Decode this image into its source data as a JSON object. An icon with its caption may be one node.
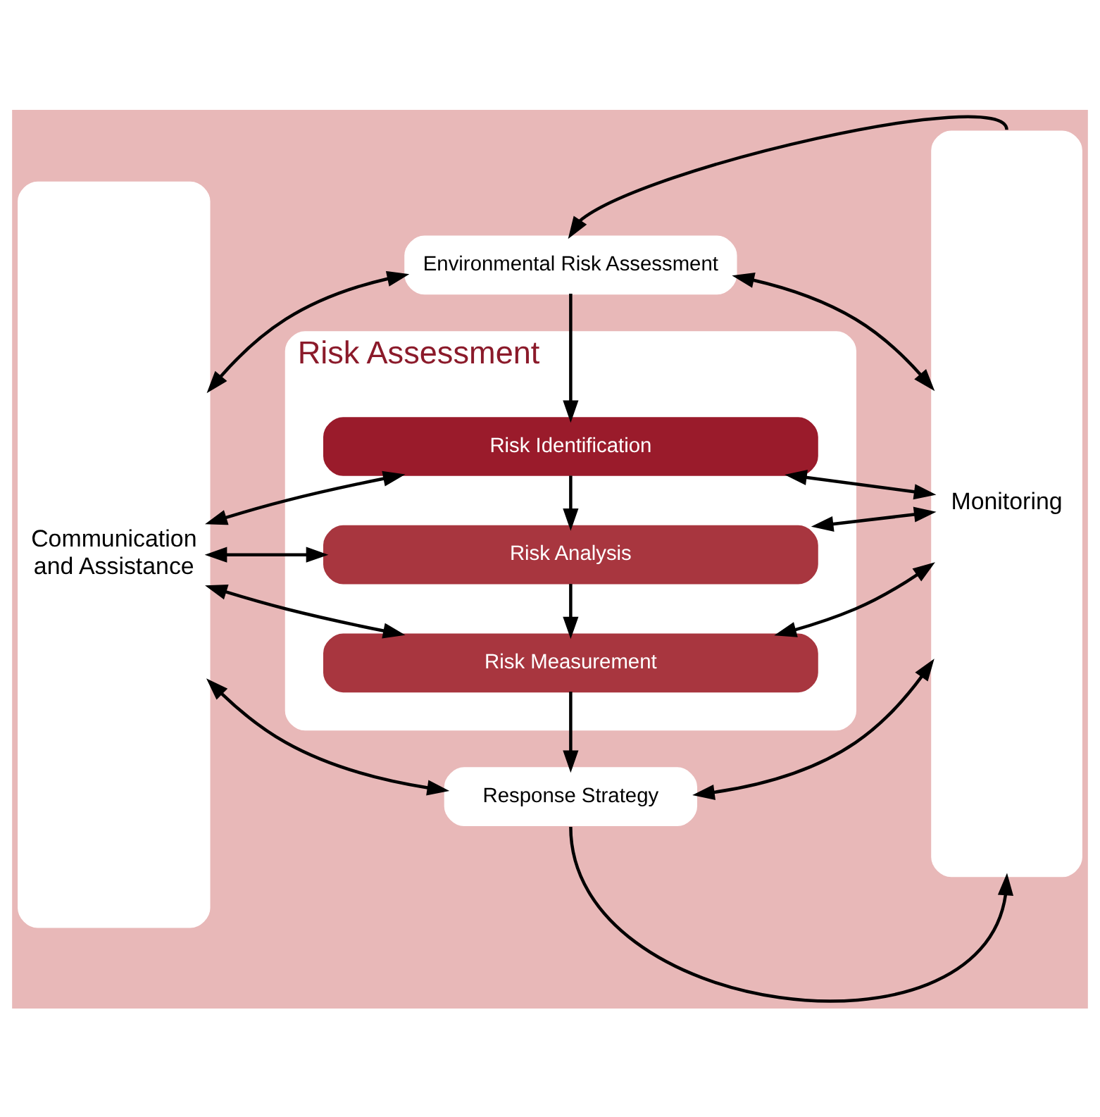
{
  "diagram": {
    "nodes": [
      {
        "text": [
          "Communication and Assistance"
        ]
      },
      {
        "text": [
          "Environmental Risk Assessment"
        ]
      },
      {
        "text": [
          "Risk Assessment"
        ]
      },
      {
        "text": [
          "Risk Identification"
        ],
        "in": 2
      },
      {
        "text": [
          "Risk Analysis"
        ],
        "in": 2
      },
      {
        "text": [
          "Risk Measurement"
        ],
        "in": 2
      },
      {
        "text": [
          "Response Strategy"
        ]
      },
      {
        "text": [
          "Monitoring"
        ]
      }
    ],
    "edges": [
      {
        "from": 0,
        "to": 1,
        "arrow": "both"
      },
      {
        "from": 1,
        "to": 7,
        "arrow": "both"
      },
      {
        "from": 7,
        "to": 1,
        "arrow": "to"
      },
      {
        "from": 1,
        "to": 3,
        "arrow": "to"
      },
      {
        "from": 0,
        "to": 3,
        "arrow": "both"
      },
      {
        "from": 3,
        "to": 7,
        "arrow": "both"
      },
      {
        "from": 3,
        "to": 4,
        "arrow": "to"
      },
      {
        "from": 0,
        "to": 4,
        "arrow": "both"
      },
      {
        "from": 4,
        "to": 7,
        "arrow": "both"
      },
      {
        "from": 4,
        "to": 5,
        "arrow": "to"
      },
      {
        "from": 0,
        "to": 5,
        "arrow": "both"
      },
      {
        "from": 5,
        "to": 7,
        "arrow": "both"
      },
      {
        "from": 5,
        "to": 6,
        "arrow": "to"
      },
      {
        "from": 0,
        "to": 6,
        "arrow": "both"
      },
      {
        "from": 6,
        "to": 7,
        "arrow": "both"
      },
      {
        "from": 6,
        "to": 7,
        "arrow": "to"
      }
    ]
  }
}
